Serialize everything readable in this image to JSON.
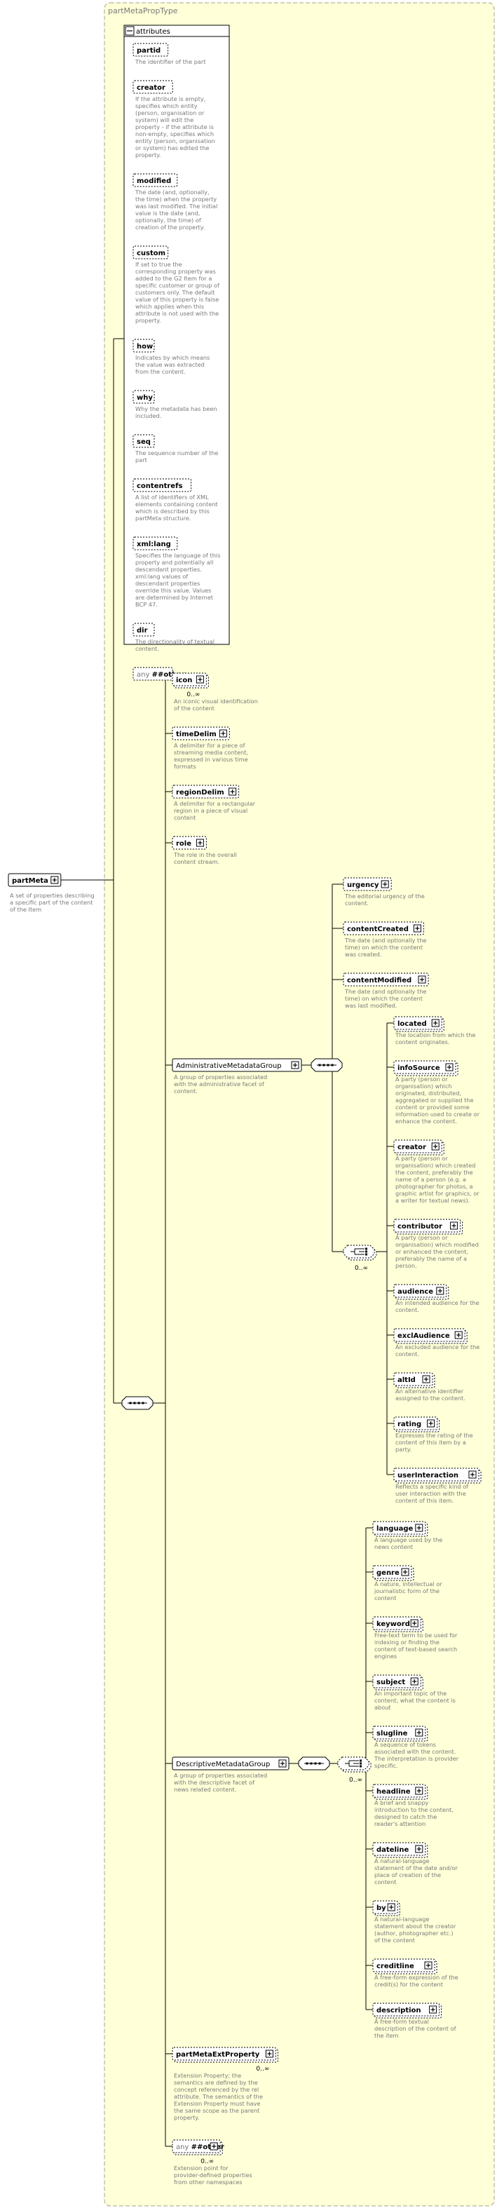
{
  "complex_type": "partMetaPropType",
  "root": {
    "label": "partMeta",
    "desc": [
      "A set of properties describing",
      "a specific part of the content",
      "of the Item"
    ]
  },
  "attributes_label": "attributes",
  "attributes": [
    {
      "label": "partid",
      "desc": [
        "The identifier of the part"
      ]
    },
    {
      "label": "creator",
      "desc": [
        "If the attribute is empty,",
        "specifies which entity",
        "(person, organisation or",
        "system) will edit the",
        "property - if the attribute is",
        "non-empty, specifies which",
        "entity (person, organisation",
        "or system) has edited the",
        "property."
      ]
    },
    {
      "label": "modified",
      "desc": [
        "The date (and, optionally,",
        "the time) when the property",
        "was last modified. The initial",
        "value is the date (and,",
        "optionally, the time) of",
        "creation of the property."
      ]
    },
    {
      "label": "custom",
      "desc": [
        "If set to true the",
        "corresponding property was",
        "added to the G2 Item for a",
        "specific customer or group of",
        "customers only. The default",
        "value of this property is false",
        "which applies when this",
        "attribute is not used with the",
        "property."
      ]
    },
    {
      "label": "how",
      "desc": [
        "Indicates by which means",
        "the value was extracted",
        "from the content."
      ]
    },
    {
      "label": "why",
      "desc": [
        "Why the metadata has been",
        "included."
      ]
    },
    {
      "label": "seq",
      "desc": [
        "The sequence number of the",
        "part"
      ]
    },
    {
      "label": "contentrefs",
      "desc": [
        "A list of identifiers of XML",
        "elements containing content",
        "which is described by this",
        "partMeta structure."
      ]
    },
    {
      "label": "xml:lang",
      "desc": [
        "Specifies the language of this",
        "property and potentially all",
        "descendant properties.",
        "xml:lang values of",
        "descendant properties",
        "override this value. Values",
        "are determined by Internet",
        "BCP 47."
      ]
    },
    {
      "label": "dir",
      "desc": [
        "The directionality of textual",
        "content."
      ]
    }
  ],
  "any_other_attr": {
    "prefix": "any",
    "label": "##other"
  },
  "elements": [
    {
      "label": "icon",
      "occ": "0..∞",
      "desc": [
        "An iconic visual identification",
        "of the content"
      ]
    },
    {
      "label": "timeDelim",
      "occ": "",
      "desc": [
        "A delimiter for a piece of",
        "streaming media content,",
        "expressed in various time",
        "formats"
      ]
    },
    {
      "label": "regionDelim",
      "occ": "",
      "desc": [
        "A delimiter for a rectangular",
        "region in a piece of visual",
        "content"
      ]
    },
    {
      "label": "role",
      "occ": "",
      "desc": [
        "The role in the overall",
        "content stream."
      ]
    }
  ],
  "admin_group": {
    "label": "AdministrativeMetadataGroup",
    "desc": [
      "A group of properties associated",
      "with the administrative facet of",
      "content."
    ]
  },
  "admin_items": [
    {
      "label": "urgency",
      "desc": [
        "The editorial urgency of the",
        "content."
      ]
    },
    {
      "label": "contentCreated",
      "desc": [
        "The date (and optionally the",
        "time) on which the content",
        "was created."
      ]
    },
    {
      "label": "contentModified",
      "desc": [
        "The date (and optionally the",
        "time) on which the content",
        "was last modified."
      ]
    }
  ],
  "admin_choice_occ": "0..∞",
  "admin_choice_items": [
    {
      "label": "located",
      "desc": [
        "The location from which the",
        "content originates."
      ]
    },
    {
      "label": "infoSource",
      "desc": [
        "A party (person or",
        "organisation) which",
        "originated, distributed,",
        "aggregated or supplied the",
        "content or provided some",
        "information used to create or",
        "enhance the content."
      ]
    },
    {
      "label": "creator",
      "desc": [
        "A party (person or",
        "organisation) which created",
        "the content, preferably the",
        "name of a person (e.g. a",
        "photographer for photos, a",
        "graphic artist for graphics, or",
        "a writer for textual news)."
      ]
    },
    {
      "label": "contributor",
      "desc": [
        "A party (person or",
        "organisation) which modified",
        "or enhanced the content,",
        "preferably the name of a",
        "person."
      ]
    },
    {
      "label": "audience",
      "desc": [
        "An intended audience for the",
        "content."
      ]
    },
    {
      "label": "exclAudience",
      "desc": [
        "An excluded audience for the",
        "content."
      ]
    },
    {
      "label": "altId",
      "desc": [
        "An alternative identifier",
        "assigned to the content."
      ]
    },
    {
      "label": "rating",
      "desc": [
        "Expresses the rating of the",
        "content of this item by a",
        "party."
      ]
    },
    {
      "label": "userInteraction",
      "desc": [
        "Reflects a specific kind of",
        "user interaction with the",
        "content of this item."
      ]
    }
  ],
  "desc_group": {
    "label": "DescriptiveMetadataGroup",
    "desc": [
      "A group of properties associated",
      "with the descriptive facet of",
      "news related content."
    ]
  },
  "desc_choice_occ": "0..∞",
  "desc_choice_items": [
    {
      "label": "language",
      "desc": [
        "A language used by the",
        "news content"
      ]
    },
    {
      "label": "genre",
      "desc": [
        "A nature, intellectual or",
        "journalistic form of the",
        "content"
      ]
    },
    {
      "label": "keyword",
      "desc": [
        "Free-text term to be used for",
        "indexing or finding the",
        "content of text-based search",
        "engines"
      ]
    },
    {
      "label": "subject",
      "desc": [
        "An important topic of the",
        "content; what the content is",
        "about"
      ]
    },
    {
      "label": "slugline",
      "desc": [
        "A sequence of tokens",
        "associated with the content.",
        "The interpretation is provider",
        "specific."
      ]
    },
    {
      "label": "headline",
      "desc": [
        "A brief and snappy",
        "introduction to the content,",
        "designed to catch the",
        "reader's attention"
      ]
    },
    {
      "label": "dateline",
      "desc": [
        "A natural-language",
        "statement of the date and/or",
        "place of creation of the",
        "content"
      ]
    },
    {
      "label": "by",
      "desc": [
        "A natural-language",
        "statement about the creator",
        "(author, photographer etc.)",
        "of the content"
      ]
    },
    {
      "label": "creditline",
      "desc": [
        "A free-form expression of the",
        "credit(s) for the content"
      ]
    },
    {
      "label": "description",
      "desc": [
        "A free-form textual",
        "description of the content of",
        "the item"
      ]
    }
  ],
  "ext_property": {
    "label": "partMetaExtProperty",
    "occ": "0..∞",
    "desc": [
      "Extension Property; the",
      "semantics are defined by the",
      "concept referenced by the rel",
      "attribute. The semantics of the",
      "Extension Property must have",
      "the same scope as the parent",
      "property."
    ]
  },
  "any_other_elem": {
    "prefix": "any",
    "label": "##other",
    "occ": "0..∞",
    "desc": [
      "Extension point for",
      "provider-defined properties",
      "from other namespaces"
    ]
  }
}
